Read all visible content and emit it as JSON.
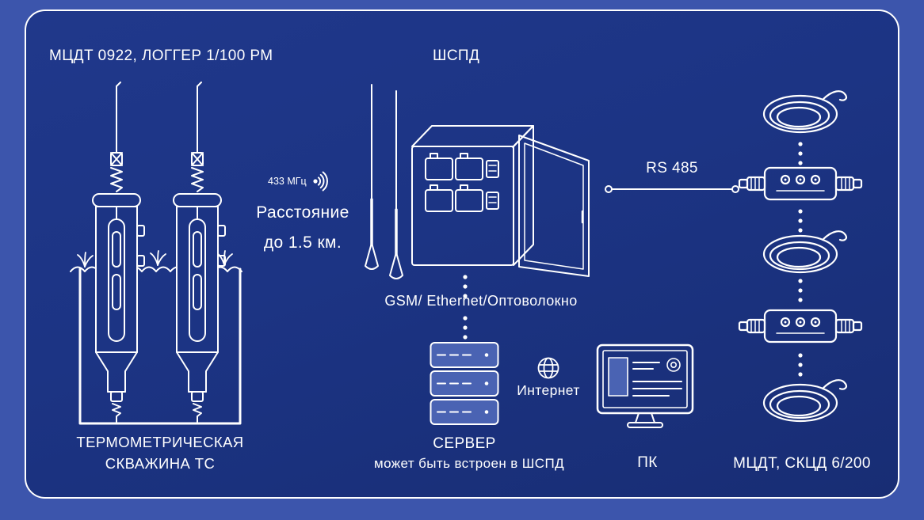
{
  "colors": {
    "outer_background": "#3C55AC",
    "panel_background": "#1C3484",
    "line": "#FFFFFF",
    "fill_light": "#4A63B3",
    "text": "#FFFFFF"
  },
  "labels": {
    "logger_title": "МЦДТ 0922, ЛОГГЕР 1/100  РМ",
    "shspd_title": "ШСПД",
    "frequency": "433 МГц",
    "distance_line1": "Расстояние",
    "distance_line2": "до 1.5 км.",
    "rs485": "RS 485",
    "gsm_link": "GSM/ Ethernet/Оптоволокно",
    "server": "СЕРВЕР",
    "server_note": "может быть встроен в ШСПД",
    "internet": "Интернет",
    "pc": "ПК",
    "well_line1": "ТЕРМОМЕТРИЧЕСКАЯ",
    "well_line2": "СКВАЖИНА ТС",
    "right_devices": "МЦДТ, СКЦД 6/200"
  },
  "icons": {
    "radio_waves": "dot with three emitting arcs",
    "globe": "circle with meridians",
    "dotted_link": "three vertical dots"
  }
}
